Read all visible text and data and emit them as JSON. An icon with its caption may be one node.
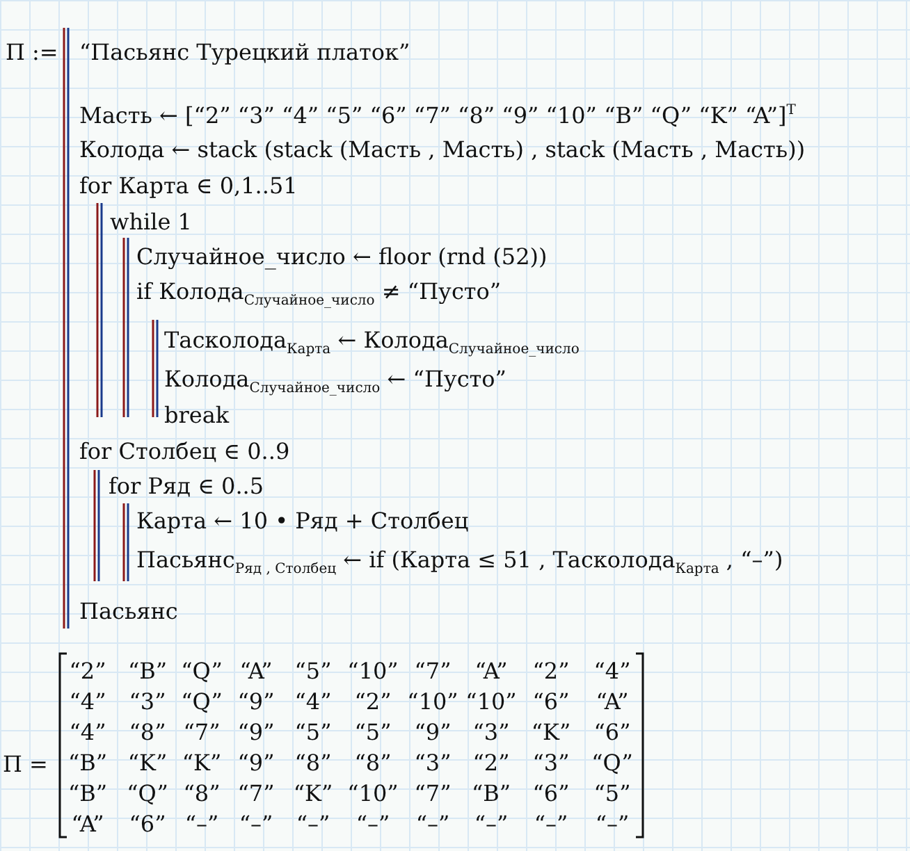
{
  "diagram": {
    "labels": [
      "П :=",
      "“Пасьянс Турецкий платок”",
      "Масть ← [“2” “3” “4” “5” “6” “7” “8” “9” “10” “B” “Q” “K” “A”]$^{T}$",
      "Колода ← stack (stack (Масть , Масть) , stack (Масть , Масть))",
      "for Карта ∈ 0,1..51",
      "while 1",
      "Случайное_число ← floor (rnd (52))",
      "if Колода$_{Случайное_число}$ ≠ “Пусто”",
      "Тасколода$_{Карта}$ ← Колода$_{Случайное_число}$",
      "Колода$_{Случайное_число}$ ← “Пусто”",
      "break",
      "for Столбец ∈ 0..9",
      "for Ряд ∈ 0..5",
      "Карта ← 10 • Ряд + Столбец",
      "Пасьянс$_{Ряд , Столбец}$ ← if (Карта ≤ 51 , Тасколода$_{Карта}$ , “–”)",
      "Пасьянс",
      "П =",
      "“2”",
      "“B”",
      "“Q”",
      "“A”",
      "“5”",
      "“10”",
      "“7”",
      "“A”",
      "“2”",
      "“4”",
      "“4”",
      "“3”",
      "“Q”",
      "“9”",
      "“4”",
      "“2”",
      "“10”",
      "“10”",
      "“6”",
      "“A”",
      "“4”",
      "“8”",
      "“7”",
      "“9”",
      "“5”",
      "“5”",
      "“9”",
      "“3”",
      "“K”",
      "“6”",
      "“B”",
      "“K”",
      "“K”",
      "“9”",
      "“8”",
      "“8”",
      "“3”",
      "“2”",
      "“3”",
      "“Q”",
      "“B”",
      "“Q”",
      "“8”",
      "“7”",
      "“K”",
      "“10”",
      "“7”",
      "“B”",
      "“6”",
      "“5”",
      "“A”",
      "“6”",
      "“–”",
      "“–”",
      "“–”",
      "“–”",
      "“–”",
      "“–”",
      "“–”",
      "“–”"
    ]
  }
}
